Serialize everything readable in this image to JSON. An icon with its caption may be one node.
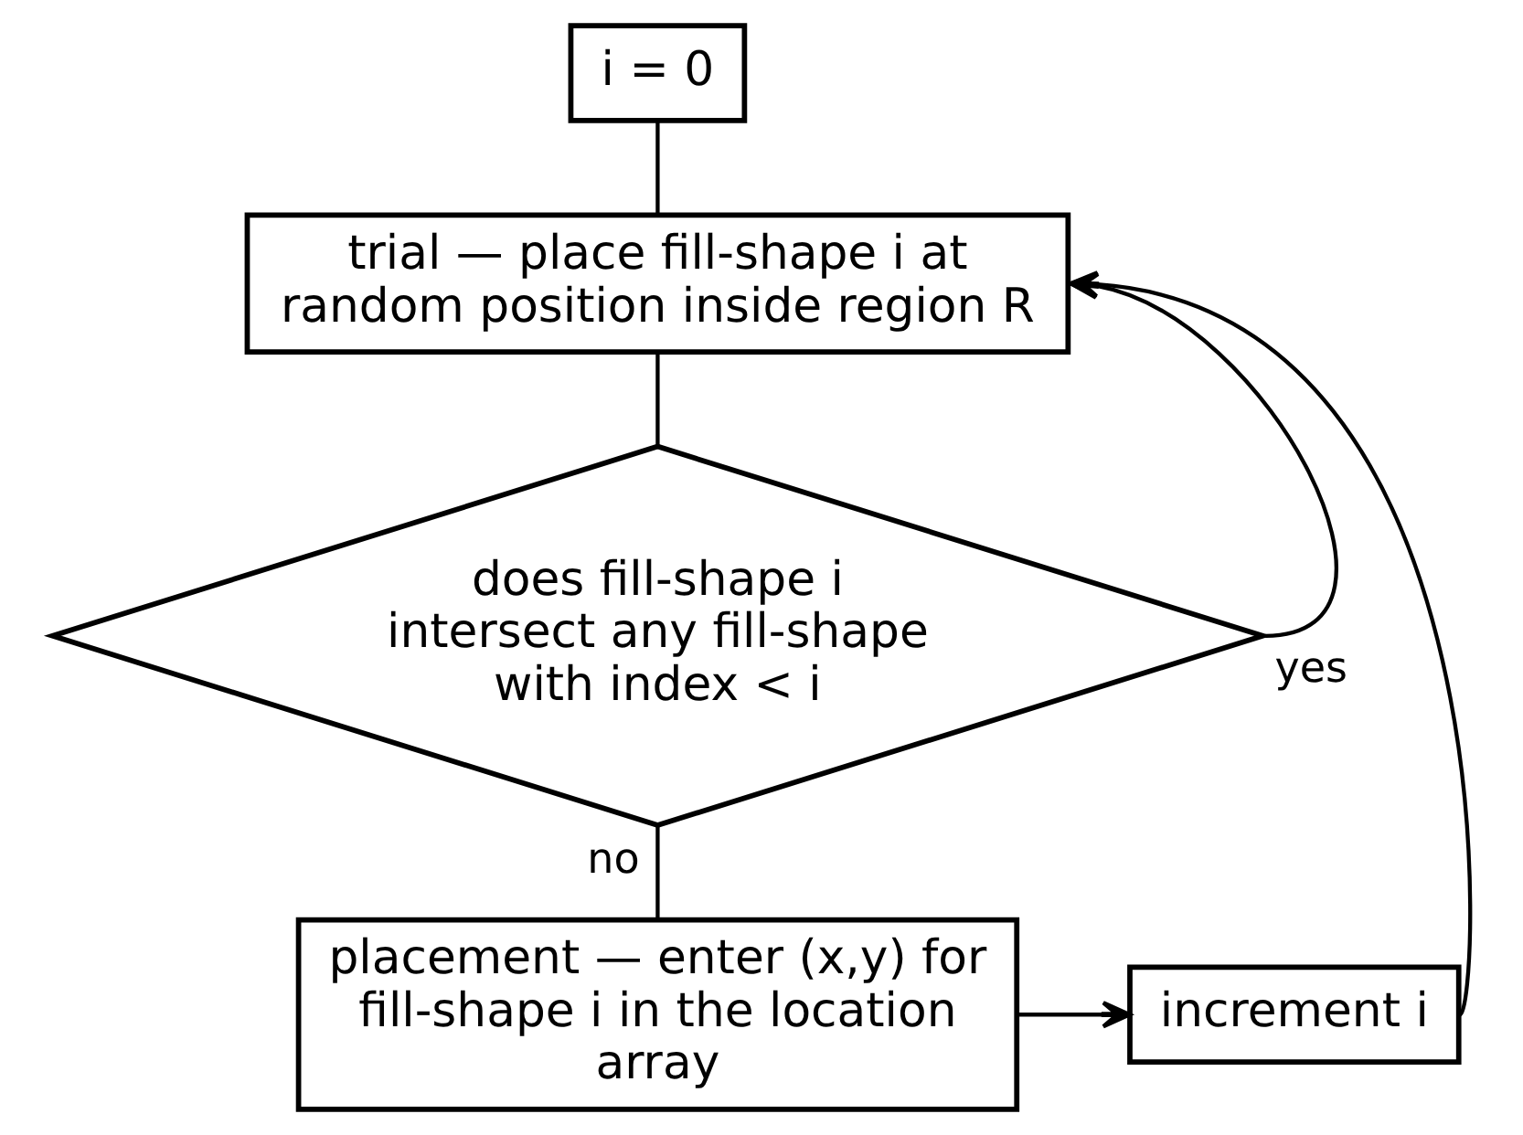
{
  "diagram": {
    "nodes": [
      {
        "text": [
          "i = 0"
        ]
      },
      {
        "text": [
          "trial — place fill-shape i at random position inside region R"
        ]
      },
      {
        "text": [
          "does fill-shape i intersect any fill-shape with index < i"
        ]
      },
      {
        "text": [
          "placement — enter (x,y) for fill-shape i in the location array"
        ]
      },
      {
        "text": [
          "increment i"
        ]
      }
    ],
    "edges": [
      {
        "from": 0,
        "to": 1,
        "arrow": "none"
      },
      {
        "from": 1,
        "to": 2,
        "arrow": "none"
      },
      {
        "from": 2,
        "to": 1,
        "arrow": "to",
        "label": "yes"
      },
      {
        "from": 2,
        "to": 3,
        "arrow": "none",
        "label": "no"
      },
      {
        "from": 3,
        "to": 4,
        "arrow": "to"
      },
      {
        "from": 4,
        "to": 1,
        "arrow": "to"
      }
    ]
  }
}
